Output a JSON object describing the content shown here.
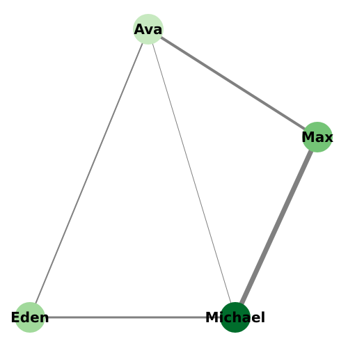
{
  "graph": {
    "nodes": [
      {
        "id": "ava",
        "label": "Ava",
        "color": "#c7e9c0"
      },
      {
        "id": "max",
        "label": "Max",
        "color": "#74c476"
      },
      {
        "id": "eden",
        "label": "Eden",
        "color": "#a1d99b"
      },
      {
        "id": "michael",
        "label": "Michael",
        "color": "#006d2c"
      }
    ],
    "edges": [
      {
        "source": "ava",
        "target": "max",
        "weight": 4
      },
      {
        "source": "ava",
        "target": "eden",
        "weight": 2
      },
      {
        "source": "ava",
        "target": "michael",
        "weight": 1
      },
      {
        "source": "max",
        "target": "michael",
        "weight": 7
      },
      {
        "source": "eden",
        "target": "michael",
        "weight": 3
      }
    ],
    "edge_color": "#808080"
  }
}
